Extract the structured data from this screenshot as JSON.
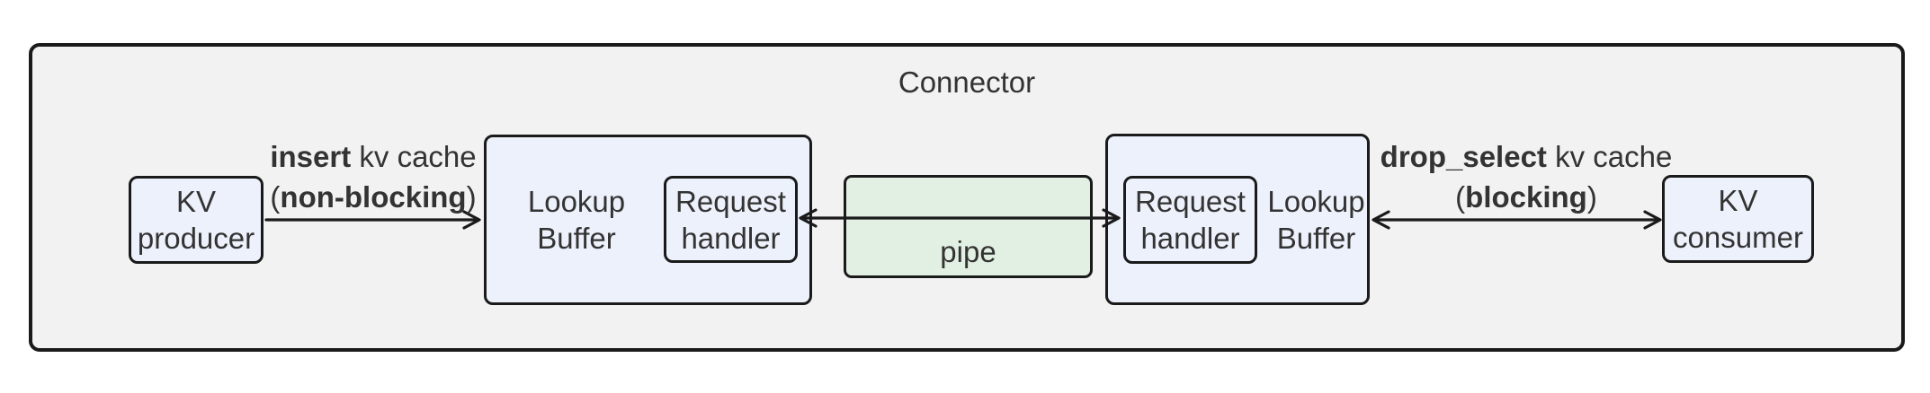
{
  "diagram": {
    "title": "Connector",
    "nodes": {
      "kv_producer": {
        "lines": [
          "KV",
          "producer"
        ]
      },
      "lookup_buffer_left": {
        "lines": [
          "Lookup",
          "Buffer"
        ]
      },
      "request_handler_left": {
        "lines": [
          "Request",
          "handler"
        ]
      },
      "pipe": {
        "label": "pipe"
      },
      "request_handler_right": {
        "lines": [
          "Request",
          "handler"
        ]
      },
      "lookup_buffer_right": {
        "lines": [
          "Lookup",
          "Buffer"
        ]
      },
      "kv_consumer": {
        "lines": [
          "KV",
          "consumer"
        ]
      }
    },
    "edges": {
      "insert": {
        "line1_bold": "insert",
        "line1_rest": " kv cache",
        "line2_open": "(",
        "line2_bold": "non-blocking",
        "line2_close": ")"
      },
      "drop_select": {
        "line1_bold": "drop_select",
        "line1_rest": " kv cache",
        "line2_open": "(",
        "line2_bold": "blocking",
        "line2_close": ")"
      }
    },
    "colors": {
      "border": "#1a1a1a",
      "text": "#333333",
      "node_fill": "#edf1fb",
      "pipe_fill": "#e2f0e3",
      "container_fill": "#f2f2f2"
    }
  }
}
